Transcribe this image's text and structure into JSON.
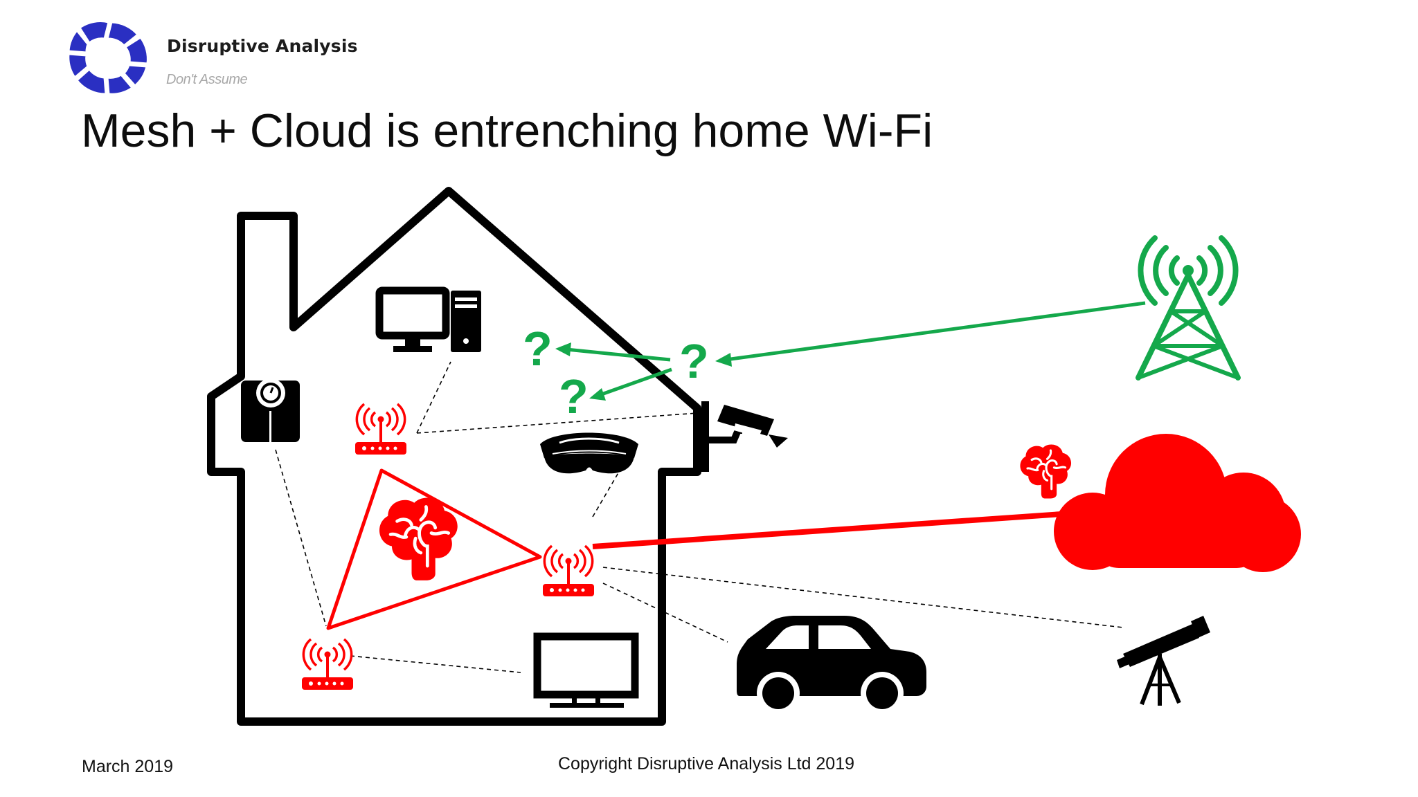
{
  "brand": {
    "name": "Disruptive Analysis",
    "tagline": "Don't Assume",
    "logo_color": "#2a2fc2"
  },
  "slide": {
    "title": "Mesh + Cloud is entrenching home Wi-Fi"
  },
  "diagram": {
    "question_mark": "?",
    "colors": {
      "outline": "#000000",
      "local_intelligence": "#ff0000",
      "cellular": "#14a84b",
      "connection_line": "#000000"
    },
    "icons": [
      "house-outline",
      "desktop-computer-icon",
      "bathroom-scale-icon",
      "security-camera-icon",
      "vr-headset-icon",
      "television-icon",
      "wifi-router-icon",
      "brain-icon",
      "cloud-icon",
      "cell-tower-icon",
      "car-icon",
      "telescope-icon"
    ]
  },
  "footer": {
    "date": "March 2019",
    "copyright": "Copyright Disruptive Analysis Ltd 2019"
  }
}
